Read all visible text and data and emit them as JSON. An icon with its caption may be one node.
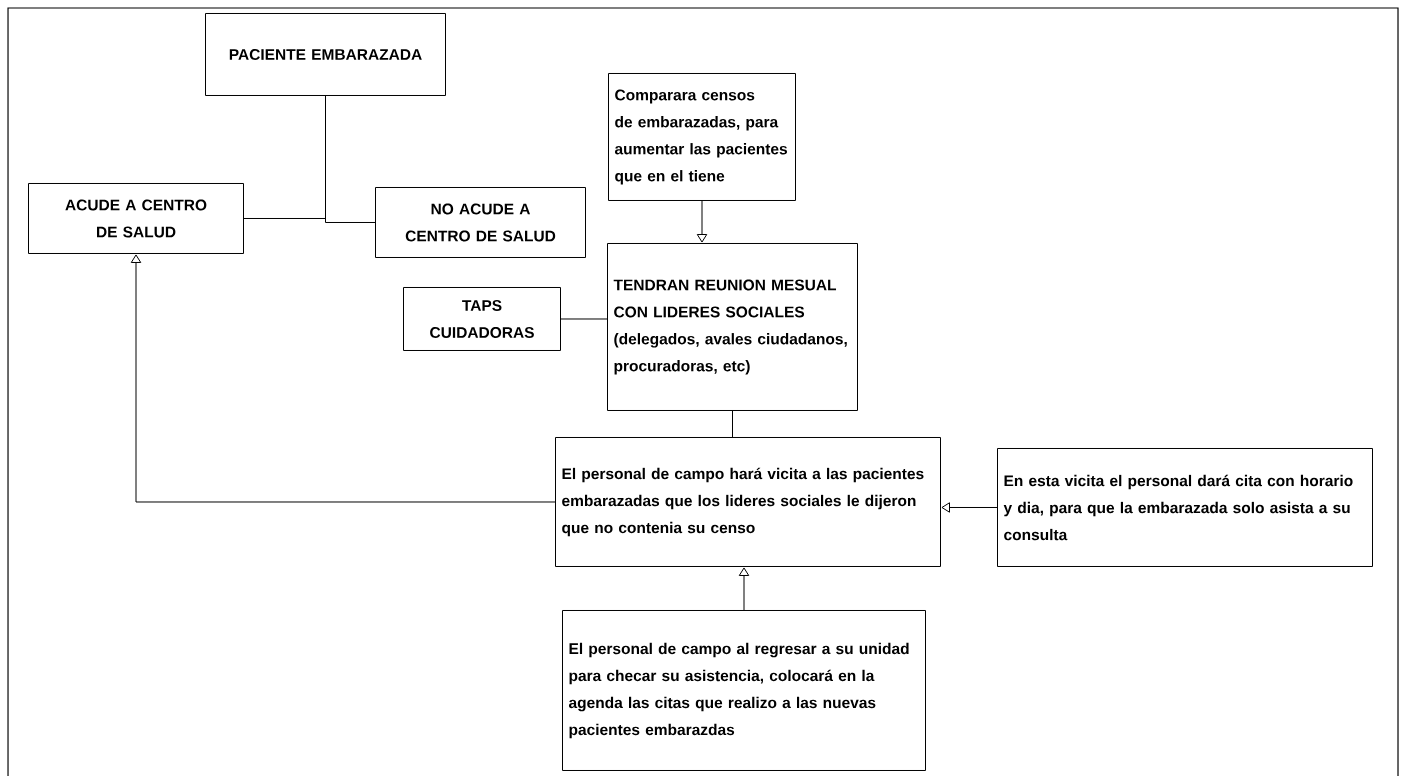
{
  "diagram": {
    "nodes": [
      {
        "text": [
          "PACIENTE EMBARAZADA"
        ]
      },
      {
        "text": [
          "ACUDE A CENTRO DE SALUD"
        ]
      },
      {
        "text": [
          "NO ACUDE A CENTRO DE SALUD"
        ]
      },
      {
        "text": [
          "Comparara censos de embarazadas, para aumentar las pacientes que en el tiene"
        ]
      },
      {
        "text": [
          "TENDRAN REUNION MESUAL CON LIDERES SOCIALES (delegados, avales ciudadanos, procuradoras, etc)"
        ]
      },
      {
        "text": [
          "TAPS CUIDADORAS"
        ]
      },
      {
        "text": [
          "El personal de campo hará vicita a las pacientes embarazadas que los lideres sociales le dijeron que no contenia su censo"
        ]
      },
      {
        "text": [
          "En esta vicita el personal dará cita con horario y dia, para que la embarazada solo asista a su consulta"
        ]
      },
      {
        "text": [
          "El personal de campo al regresar a su unidad para checar su asistencia, colocará en la agenda las citas que realizo a las nuevas pacientes embarazdas"
        ]
      }
    ],
    "edges": [
      {
        "from": 0,
        "to": 1,
        "arrow": "none"
      },
      {
        "from": 0,
        "to": 2,
        "arrow": "none"
      },
      {
        "from": 3,
        "to": 4,
        "arrow": "to"
      },
      {
        "from": 5,
        "to": 4,
        "arrow": "none"
      },
      {
        "from": 4,
        "to": 6,
        "arrow": "none"
      },
      {
        "from": 6,
        "to": 1,
        "arrow": "to"
      },
      {
        "from": 7,
        "to": 6,
        "arrow": "to"
      },
      {
        "from": 8,
        "to": 6,
        "arrow": "to"
      }
    ]
  }
}
